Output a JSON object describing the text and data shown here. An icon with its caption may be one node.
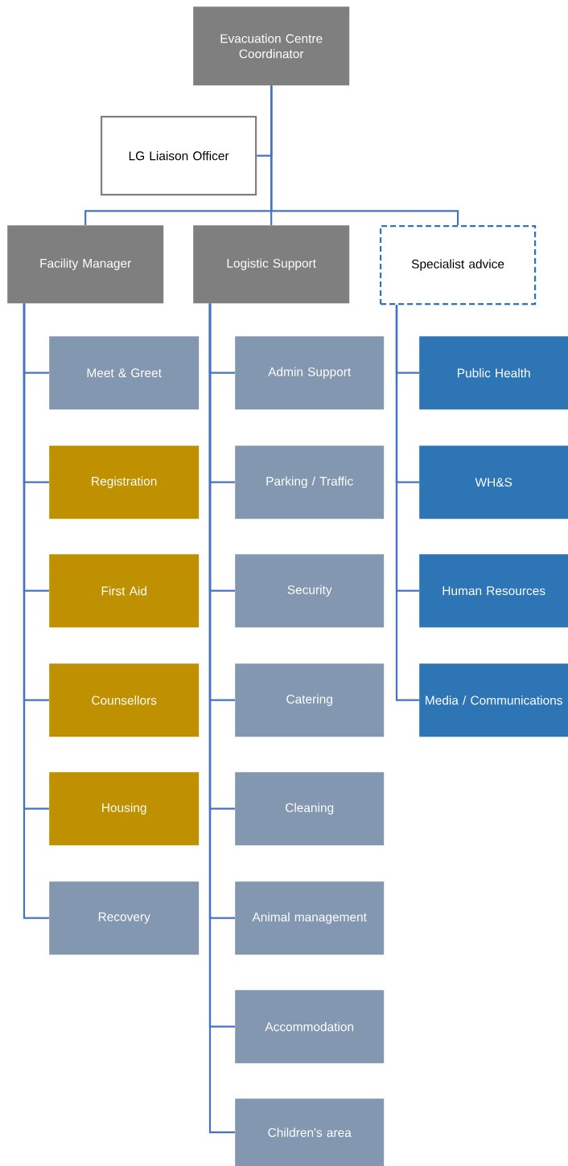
{
  "diagram": {
    "nodes": [
      {
        "text": [
          "Evacuation Centre Coordinator"
        ]
      },
      {
        "text": [
          "LG Liaison Officer"
        ]
      },
      {
        "text": [
          "Facility Manager"
        ]
      },
      {
        "text": [
          "Logistic Support"
        ]
      },
      {
        "text": [
          "Specialist advice"
        ]
      },
      {
        "text": [
          "Meet & Greet"
        ]
      },
      {
        "text": [
          "Registration"
        ]
      },
      {
        "text": [
          "First Aid"
        ]
      },
      {
        "text": [
          "Counsellors"
        ]
      },
      {
        "text": [
          "Housing"
        ]
      },
      {
        "text": [
          "Recovery"
        ]
      },
      {
        "text": [
          "Admin Support"
        ]
      },
      {
        "text": [
          "Parking / Traffic"
        ]
      },
      {
        "text": [
          "Security"
        ]
      },
      {
        "text": [
          "Catering"
        ]
      },
      {
        "text": [
          "Cleaning"
        ]
      },
      {
        "text": [
          "Animal management"
        ]
      },
      {
        "text": [
          "Accommodation"
        ]
      },
      {
        "text": [
          "Children's area"
        ]
      },
      {
        "text": [
          "Public Health"
        ]
      },
      {
        "text": [
          "WH&S"
        ]
      },
      {
        "text": [
          "Human Resources"
        ]
      },
      {
        "text": [
          "Media / Communications"
        ]
      }
    ],
    "edges": [
      {
        "from": 0,
        "to": 1,
        "arrow": "none"
      },
      {
        "from": 0,
        "to": 2,
        "arrow": "none"
      },
      {
        "from": 0,
        "to": 3,
        "arrow": "none"
      },
      {
        "from": 0,
        "to": 4,
        "arrow": "none"
      },
      {
        "from": 2,
        "to": 5,
        "arrow": "none"
      },
      {
        "from": 2,
        "to": 6,
        "arrow": "none"
      },
      {
        "from": 2,
        "to": 7,
        "arrow": "none"
      },
      {
        "from": 2,
        "to": 8,
        "arrow": "none"
      },
      {
        "from": 2,
        "to": 9,
        "arrow": "none"
      },
      {
        "from": 2,
        "to": 10,
        "arrow": "none"
      },
      {
        "from": 3,
        "to": 11,
        "arrow": "none"
      },
      {
        "from": 3,
        "to": 12,
        "arrow": "none"
      },
      {
        "from": 3,
        "to": 13,
        "arrow": "none"
      },
      {
        "from": 3,
        "to": 14,
        "arrow": "none"
      },
      {
        "from": 3,
        "to": 15,
        "arrow": "none"
      },
      {
        "from": 3,
        "to": 16,
        "arrow": "none"
      },
      {
        "from": 3,
        "to": 17,
        "arrow": "none"
      },
      {
        "from": 3,
        "to": 18,
        "arrow": "none"
      },
      {
        "from": 4,
        "to": 19,
        "arrow": "none"
      },
      {
        "from": 4,
        "to": 20,
        "arrow": "none"
      },
      {
        "from": 4,
        "to": 21,
        "arrow": "none"
      },
      {
        "from": 4,
        "to": 22,
        "arrow": "none"
      }
    ]
  }
}
